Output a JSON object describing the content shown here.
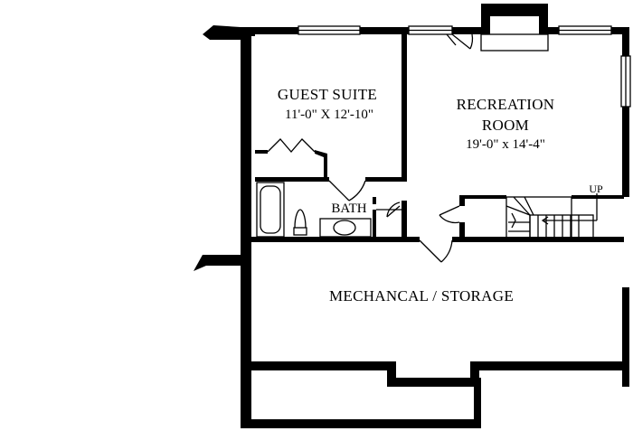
{
  "plan": {
    "rooms": {
      "guest_suite": {
        "name": "GUEST SUITE",
        "dims": "11'-0\" X 12'-10\""
      },
      "recreation_room": {
        "name_line1": "RECREATION",
        "name_line2": "ROOM",
        "dims": "19'-0\" x 14'-4\""
      },
      "bath": {
        "name": "BATH"
      },
      "mechanical_storage": {
        "name": "MECHANCAL / STORAGE"
      }
    },
    "stair_label": "UP"
  }
}
